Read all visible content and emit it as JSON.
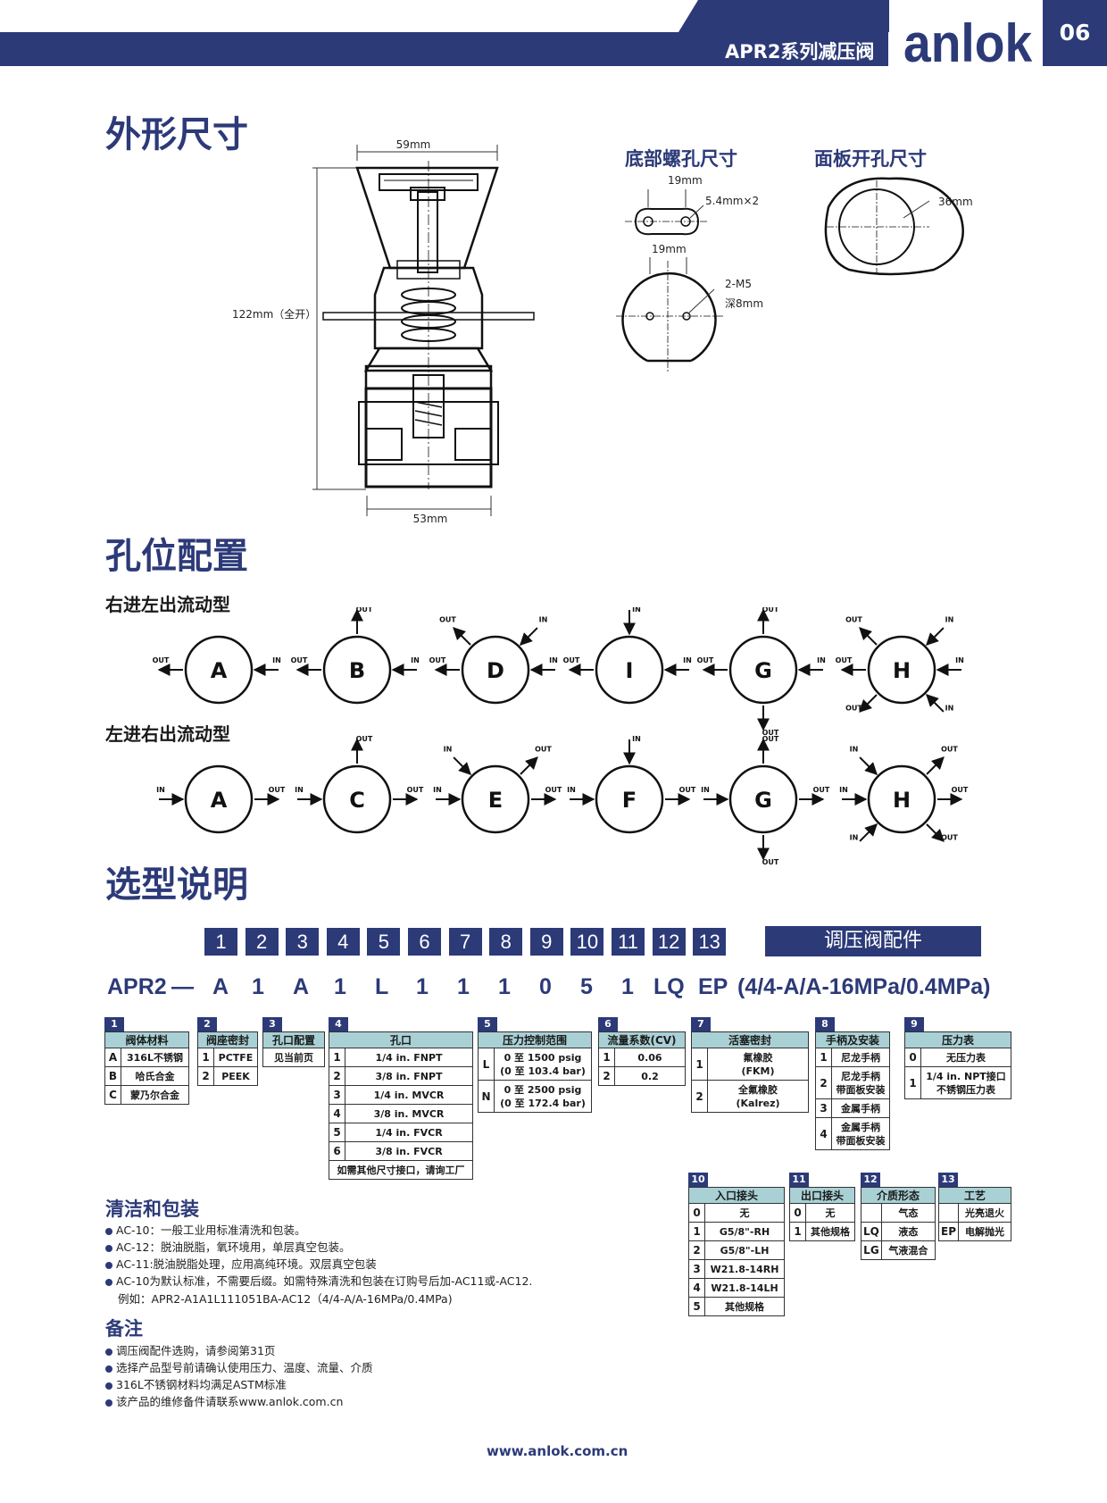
{
  "header": {
    "title": "APR2系列减压阀",
    "logo": "anlok",
    "page": "06"
  },
  "sections": {
    "dimensions": "外形尺寸",
    "ports": "孔位配置",
    "selection": "选型说明",
    "cleaning": "清洁和包装",
    "remarks": "备注"
  },
  "dimensions": {
    "width_top": "59mm",
    "height": "122mm（全开）",
    "width_bottom": "53mm",
    "bottom_title": "底部螺孔尺寸",
    "panel_title": "面板开孔尺寸",
    "bottom_spacing1": "19mm",
    "bottom_hole": "5.4mm×2",
    "bottom_spacing2": "19mm",
    "thread": "2-M5",
    "depth": "深8mm",
    "panel_dia": "36mm"
  },
  "ports": {
    "flow_rl": "右进左出流动型",
    "flow_lr": "左进右出流动型",
    "in": "IN",
    "out": "OUT",
    "row1": [
      "A",
      "B",
      "D",
      "I",
      "G",
      "H"
    ],
    "row2": [
      "A",
      "C",
      "E",
      "F",
      "G",
      "H"
    ]
  },
  "selection": {
    "numbers": [
      "1",
      "2",
      "3",
      "4",
      "5",
      "6",
      "7",
      "8",
      "9",
      "10",
      "11",
      "12",
      "13"
    ],
    "accessory": "调压阀配件",
    "model": [
      "APR2",
      "—",
      "A",
      "1",
      "A",
      "1",
      "L",
      "1",
      "1",
      "1",
      "0",
      "5",
      "1",
      "LQ",
      "EP",
      "(4/4-A/A-16MPa/0.4MPa)"
    ]
  },
  "tables": {
    "t1": {
      "no": "1",
      "title": "阀体材料",
      "rows": [
        [
          "A",
          "316L不锈钢"
        ],
        [
          "B",
          "哈氏合金"
        ],
        [
          "C",
          "蒙乃尔合金"
        ]
      ]
    },
    "t2": {
      "no": "2",
      "title": "阀座密封",
      "rows": [
        [
          "1",
          "PCTFE"
        ],
        [
          "2",
          "PEEK"
        ]
      ]
    },
    "t3": {
      "no": "3",
      "title": "孔口配置",
      "rows": [
        [
          "见当前页"
        ]
      ]
    },
    "t4": {
      "no": "4",
      "title": "孔口",
      "rows": [
        [
          "1",
          "1/4 in. FNPT"
        ],
        [
          "2",
          "3/8 in. FNPT"
        ],
        [
          "3",
          "1/4 in. MVCR"
        ],
        [
          "4",
          "3/8 in. MVCR"
        ],
        [
          "5",
          "1/4 in. FVCR"
        ],
        [
          "6",
          "3/8 in. FVCR"
        ]
      ],
      "footer": "如需其他尺寸接口，请询工厂"
    },
    "t5": {
      "no": "5",
      "title": "压力控制范围",
      "rows": [
        [
          "L",
          "0 至 1500 psig",
          "(0 至 103.4 bar)"
        ],
        [
          "N",
          "0 至 2500 psig",
          "(0 至 172.4 bar)"
        ]
      ]
    },
    "t6": {
      "no": "6",
      "title": "流量系数(CV)",
      "rows": [
        [
          "1",
          "0.06"
        ],
        [
          "2",
          "0.2"
        ]
      ]
    },
    "t7": {
      "no": "7",
      "title": "活塞密封",
      "rows": [
        [
          "1",
          "氟橡胶",
          "(FKM)"
        ],
        [
          "2",
          "全氟橡胶",
          "(Kalrez)"
        ]
      ]
    },
    "t8": {
      "no": "8",
      "title": "手柄及安装",
      "rows": [
        [
          "1",
          "尼龙手柄",
          ""
        ],
        [
          "2",
          "尼龙手柄",
          "带面板安装"
        ],
        [
          "3",
          "金属手柄",
          ""
        ],
        [
          "4",
          "金属手柄",
          "带面板安装"
        ]
      ]
    },
    "t9": {
      "no": "9",
      "title": "压力表",
      "rows": [
        [
          "0",
          "无压力表",
          ""
        ],
        [
          "1",
          "1/4 in. NPT接口",
          "不锈钢压力表"
        ]
      ]
    },
    "t10": {
      "no": "10",
      "title": "入口接头",
      "rows": [
        [
          "0",
          "无"
        ],
        [
          "1",
          "G5/8\"-RH"
        ],
        [
          "2",
          "G5/8\"-LH"
        ],
        [
          "3",
          "W21.8-14RH"
        ],
        [
          "4",
          "W21.8-14LH"
        ],
        [
          "5",
          "其他规格"
        ]
      ]
    },
    "t11": {
      "no": "11",
      "title": "出口接头",
      "rows": [
        [
          "0",
          "无"
        ],
        [
          "1",
          "其他规格"
        ]
      ]
    },
    "t12": {
      "no": "12",
      "title": "介质形态",
      "rows": [
        [
          "",
          "气态"
        ],
        [
          "LQ",
          "液态"
        ],
        [
          "LG",
          "气液混合"
        ]
      ]
    },
    "t13": {
      "no": "13",
      "title": "工艺",
      "rows": [
        [
          "",
          "光亮退火"
        ],
        [
          "EP",
          "电解抛光"
        ]
      ]
    }
  },
  "cleaning": [
    "AC-10：一般工业用标准清洗和包装。",
    "AC-12：脱油脱脂，氧环境用，单层真空包装。",
    "AC-11:脱油脱脂处理，应用高纯环境。双层真空包装",
    "AC-10为默认标准，不需要后缀。如需特殊清洗和包装在订购号后加-AC11或-AC12."
  ],
  "cleaning_example": "例如：APR2-A1A1L111051BA-AC12（4/4-A/A-16MPa/0.4MPa)",
  "remarks": [
    "调压阀配件选购，请参阅第31页",
    "选择产品型号前请确认使用压力、温度、流量、介质",
    "316L不锈钢材料均满足ASTM标准",
    "该产品的维修备件请联系www.anlok.com.cn"
  ],
  "footer": "www.anlok.com.cn",
  "colors": {
    "brand": "#2c3a78",
    "table_header": "#a9d1d5"
  }
}
